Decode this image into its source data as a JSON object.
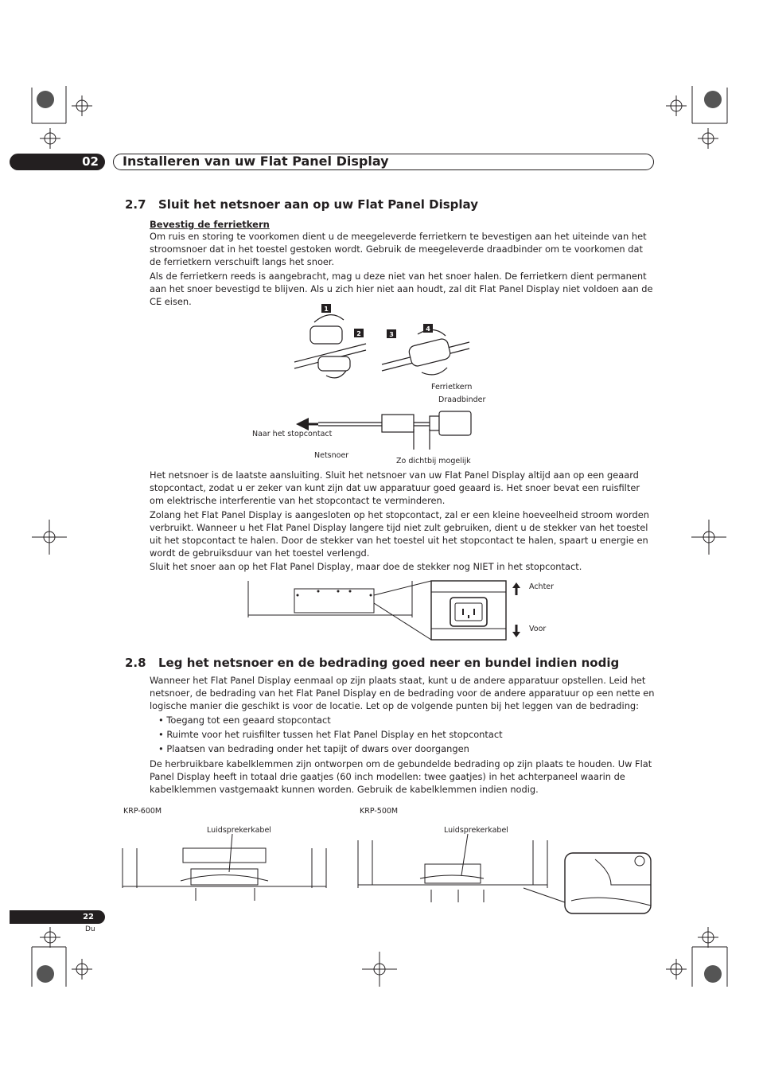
{
  "chapter": {
    "number": "02",
    "title": "Installeren van uw Flat Panel Display"
  },
  "section_2_7": {
    "number": "2.7",
    "title": "Sluit het netsnoer aan op uw Flat Panel Display",
    "subheading": "Bevestig de ferrietkern",
    "para1": "Om ruis en storing te voorkomen dient u de meegeleverde ferrietkern te bevestigen aan het uiteinde van het stroomsnoer dat in het toestel gestoken wordt. Gebruik de meegeleverde draadbinder om te voorkomen dat de ferrietkern verschuift langs het snoer.",
    "para2": "Als de ferrietkern reeds is aangebracht, mag u deze niet van het snoer halen. De ferrietkern dient permanent aan het snoer bevestigd te blijven. Als u zich hier niet aan houdt, zal dit Flat Panel Display niet voldoen aan de CE eisen.",
    "steps": [
      "1",
      "2",
      "3",
      "4"
    ],
    "diagram_labels": {
      "ferrite_core": "Ferrietkern",
      "cable_tie": "Draadbinder",
      "to_outlet": "Naar het stopcontact",
      "power_cord": "Netsnoer",
      "as_close_as_possible": "Zo dichtbij mogelijk"
    },
    "para3": "Het netsnoer is de laatste aansluiting. Sluit het netsnoer van uw Flat Panel Display altijd aan op een geaard stopcontact, zodat u er zeker van kunt zijn dat uw apparatuur goed geaard is. Het snoer bevat een ruisfilter om elektrische interferentie van het stopcontact te verminderen.",
    "para4": "Zolang het Flat Panel Display is aangesloten op het stopcontact, zal er een kleine hoeveelheid stroom worden verbruikt. Wanneer u het Flat Panel Display langere tijd niet zult gebruiken, dient u de stekker van het toestel uit het stopcontact te halen. Door de stekker van het toestel uit het stopcontact te halen, spaart u energie en wordt de gebruiksduur van het toestel verlengd.",
    "para5": "Sluit het snoer aan op het Flat Panel Display, maar doe de stekker nog NIET in het stopcontact.",
    "rear_label": "Achter",
    "front_label": "Voor"
  },
  "section_2_8": {
    "number": "2.8",
    "title": "Leg het netsnoer en de bedrading goed neer en bundel indien nodig",
    "para1": "Wanneer het Flat Panel Display eenmaal op zijn plaats staat, kunt u de andere apparatuur opstellen. Leid het netsnoer, de bedrading van het Flat Panel Display en de bedrading voor de andere apparatuur op een nette en logische manier die geschikt is voor de locatie. Let op de volgende punten bij het leggen van de bedrading:",
    "bullets": [
      "Toegang tot een geaard stopcontact",
      "Ruimte voor het ruisfilter tussen het Flat Panel Display en het stopcontact",
      "Plaatsen van bedrading onder het tapijt of dwars over doorgangen"
    ],
    "para2": "De herbruikbare kabelklemmen zijn ontworpen om de gebundelde bedrading op zijn plaats te houden. Uw Flat Panel Display heeft in totaal drie gaatjes (60 inch modellen: twee gaatjes) in het achterpaneel waarin de kabelklemmen vastgemaakt kunnen worden. Gebruik de kabelklemmen indien nodig.",
    "model_left": "KRP-600M",
    "model_right": "KRP-500M",
    "speaker_cable_left": "Luidsprekerkabel",
    "speaker_cable_right": "Luidsprekerkabel"
  },
  "footer": {
    "page": "22",
    "lang": "Du"
  }
}
